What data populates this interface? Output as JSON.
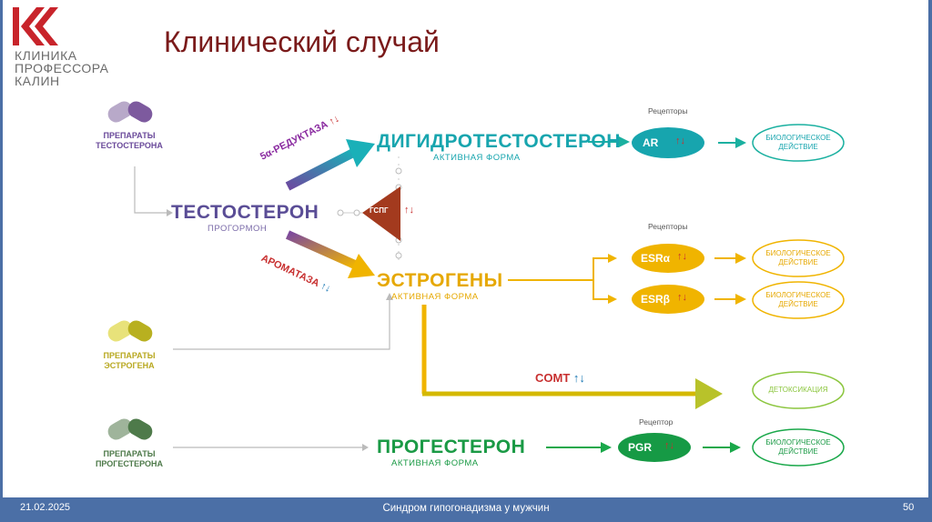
{
  "logo": {
    "line1": "КЛИНИКА",
    "line2": "ПРОФЕССОРА",
    "line3": "КАЛИН"
  },
  "title": "Клинический случай",
  "diagram": {
    "prep_testosterone": [
      "ПРЕПАРАТЫ",
      "ТЕСТОСТЕРОНА"
    ],
    "prep_estrogen": [
      "ПРЕПАРАТЫ",
      "ЭСТРОГЕНА"
    ],
    "prep_progesterone": [
      "ПРЕПАРАТЫ",
      "ПРОГЕСТЕРОНА"
    ],
    "testosterone": "ТЕСТОСТЕРОН",
    "testosterone_sub": "ПРОГОРМОН",
    "reductase": "5α-РЕДУКТАЗА",
    "aromatase": "АРОМАТАЗА",
    "gspg": "ГСПГ",
    "dht": "ДИГИДРОТЕСТОСТЕРОН",
    "dht_sub": "АКТИВНАЯ ФОРМА",
    "estrogens": "ЭСТРОГЕНЫ",
    "estrogens_sub": "АКТИВНАЯ ФОРМА",
    "progesterone": "ПРОГЕСТЕРОН",
    "progesterone_sub": "АКТИВНАЯ ФОРМА",
    "comt": "COMT",
    "receptors_label": "Рецепторы",
    "receptor_label": "Рецептор",
    "ar": "AR",
    "esra": "ESRα",
    "esrb": "ESRβ",
    "pgr": "PGR",
    "bio_action": [
      "БИОЛОГИЧЕСКОЕ",
      "ДЕЙСТВИЕ"
    ],
    "detox": "ДЕТОКСИКАЦИЯ",
    "up_down": "↑↓"
  },
  "footer": {
    "date": "21.02.2025",
    "topic": "Синдром гипогонадизма у мужчин",
    "page": "50"
  }
}
